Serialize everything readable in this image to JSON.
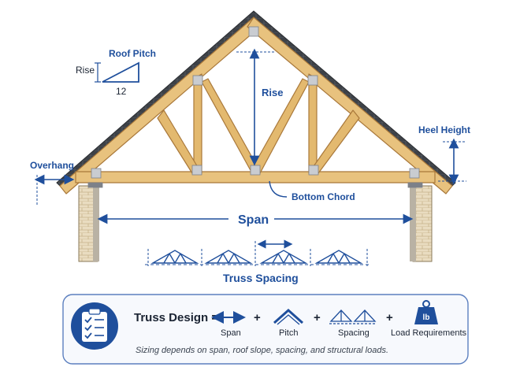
{
  "diagram": {
    "roof_pitch_label": "Roof Pitch",
    "rise_small_label": "Rise",
    "run_label": "12",
    "rise_label": "Rise",
    "heel_height_label": "Heel Height",
    "overhang_label": "Overhang",
    "bottom_chord_label": "Bottom Chord",
    "span_label": "Span",
    "truss_spacing_label": "Truss Spacing"
  },
  "formula": {
    "title": "Truss Design =",
    "plus": "+",
    "terms": [
      {
        "label": "Span",
        "icon": "double-arrow-icon"
      },
      {
        "label": "Pitch",
        "icon": "roof-peak-icon"
      },
      {
        "label": "Spacing",
        "icon": "truss-pair-icon"
      },
      {
        "label": "Load Requirements",
        "icon": "weight-lb-icon"
      }
    ],
    "weight_text": "lb",
    "caption": "Sizing depends on span, roof slope, spacing, and structural loads."
  },
  "colors": {
    "accent": "#1f4f9c",
    "wood": "#e8c27e",
    "wood_edge": "#a9783a",
    "shingle": "#3d4147",
    "panel_border": "#5b7fbf"
  }
}
